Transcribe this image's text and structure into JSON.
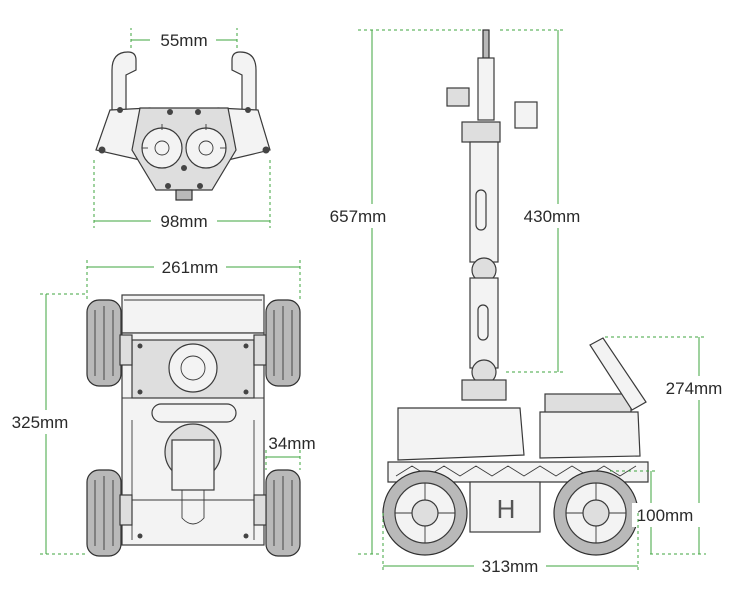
{
  "colors": {
    "guide": "#3fa63f",
    "drawing": "#3a3a3a",
    "background": "#ffffff"
  },
  "dimensions": {
    "gripper_open": "55mm",
    "gripper_width": "98mm",
    "body_width": "261mm",
    "body_length": "325mm",
    "wheel_width": "34mm",
    "total_height": "657mm",
    "arm_height": "430mm",
    "screen_height": "274mm",
    "wheel_height": "100mm",
    "side_length": "313mm"
  }
}
